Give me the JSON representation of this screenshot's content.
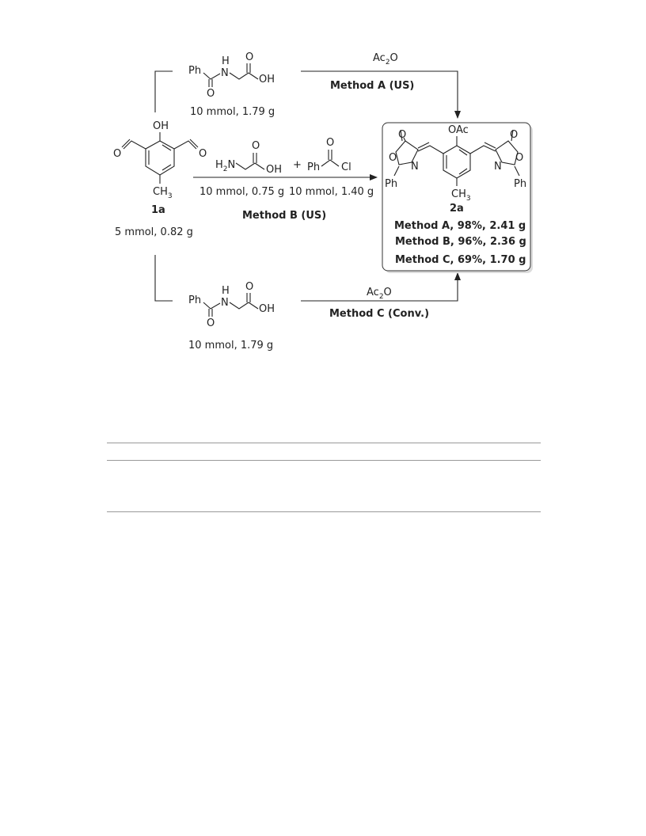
{
  "reagents": {
    "ac2o": "Ac",
    "ac2o_sub": "2",
    "ac2o_tail": "O",
    "glycine_nh": "H",
    "glycine_oh": "OH",
    "glycine_o": "O",
    "hippuric_ph": "Ph",
    "hippuric_n": "N",
    "hippuric_h": "H",
    "hippuric_o": "O",
    "hippuric_oh": "OH",
    "plus": "+",
    "bzcl_ph": "Ph",
    "bzcl_o": "O",
    "bzcl_cl": "Cl"
  },
  "aldehyde": {
    "oh": "OH",
    "o_left": "O",
    "o_right": "O",
    "ch": "CH",
    "ch_sub": "3",
    "id": "1a",
    "amount": "5 mmol, 0.82 g"
  },
  "routes": {
    "a_label": "Method A  (US)",
    "a_amount": "10 mmol, 1.79 g",
    "b_label": "Method B  (US)",
    "b_amount_1": "10 mmol, 0.75 g",
    "b_amount_2": "10 mmol, 1.40 g",
    "c_label": "Method C  (Conv.)",
    "c_amount": "10 mmol, 1.79 g",
    "h2n": "H",
    "h2n_sub": "2",
    "h2n_tail": "N"
  },
  "product": {
    "oac": "OAc",
    "o_left_carbonyl": "O",
    "o_right_carbonyl": "O",
    "o_left_ring": "O",
    "n_left": "N",
    "o_right_ring": "O",
    "n_right": "N",
    "ph_left": "Ph",
    "ph_right": "Ph",
    "ch": "CH",
    "ch_sub": "3",
    "id": "2a",
    "yields": [
      "Method A, 98%, 2.41 g",
      "Method B, 96%, 2.36 g",
      "Method C, 69%, 1.70 g"
    ]
  }
}
